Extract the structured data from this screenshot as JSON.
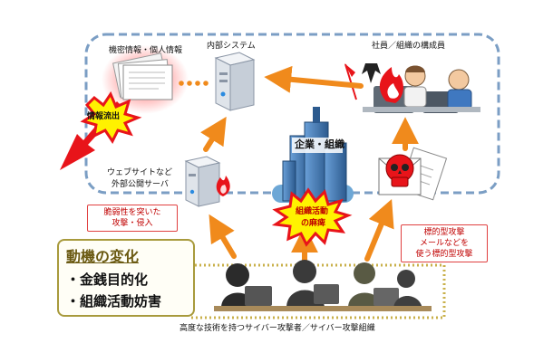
{
  "labels": {
    "confidential": "機密情報・個人情報",
    "internal_system": "内部システム",
    "employees": "社員／組織の構成員",
    "leak": "情報流出",
    "website": "ウェブサイトなど",
    "public_server": "外部公開サーバ",
    "company": "企業・組織",
    "paralysis_1": "組織活動",
    "paralysis_2": "の麻痺",
    "vuln_1": "脆弱性を突いた",
    "vuln_2": "攻撃・侵入",
    "targeted_1": "標的型攻撃",
    "targeted_2": "メールなどを",
    "targeted_3": "使う標的型攻撃",
    "attackers": "高度な技術を持つサイバー攻撃者／サイバー攻撃組織"
  },
  "motive": {
    "title": "動機の変化",
    "items": [
      "・金銭目的化",
      "・組織活動妨害"
    ]
  },
  "colors": {
    "dashed_border": "#7b9ec4",
    "dotted_border": "#c9b04a",
    "arrow": "#f08a1c",
    "burst": "#e8141a",
    "burst_yellow": "#fff200",
    "building": "#3d6fa6"
  }
}
